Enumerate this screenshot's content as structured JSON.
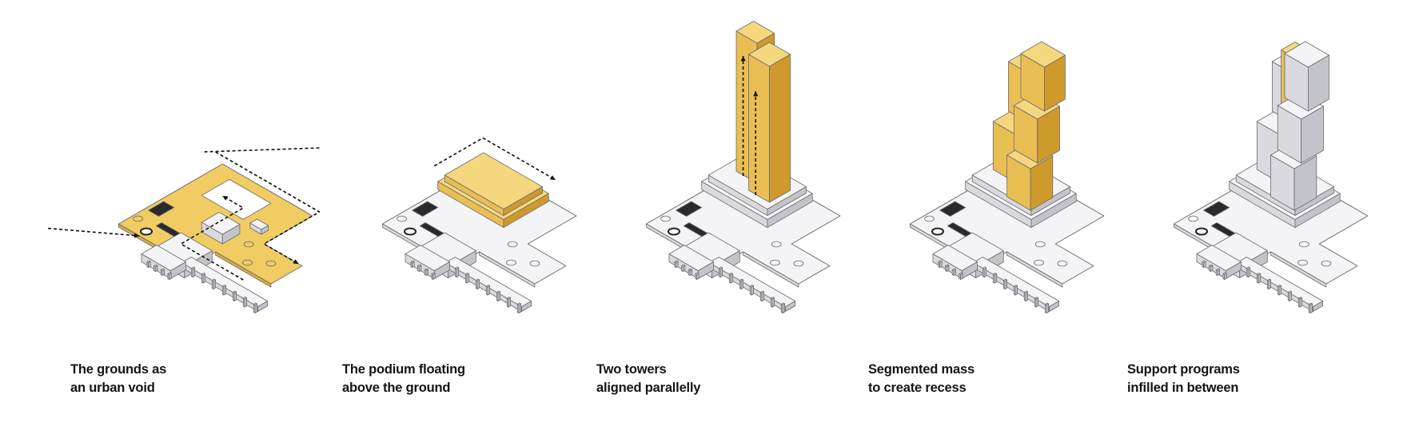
{
  "colors": {
    "gold_light": "#f5d77e",
    "gold_mid": "#e9be52",
    "gold_dark": "#cf9a2c",
    "gray_top": "#f4f4f6",
    "gray_left": "#d9d9de",
    "gray_right": "#c3c3ca",
    "outline": "#6a6a70",
    "arrow": "#111111"
  },
  "steps": [
    {
      "line1": "The grounds as",
      "line2": "an urban void",
      "stage": "grounds"
    },
    {
      "line1": "The podium floating",
      "line2": "above the ground",
      "stage": "podium"
    },
    {
      "line1": "Two towers",
      "line2": "aligned parallelly",
      "stage": "towers"
    },
    {
      "line1": "Segmented mass",
      "line2": "to create recess",
      "stage": "segmented"
    },
    {
      "line1": "Support programs",
      "line2": "infilled in between",
      "stage": "infill"
    }
  ]
}
